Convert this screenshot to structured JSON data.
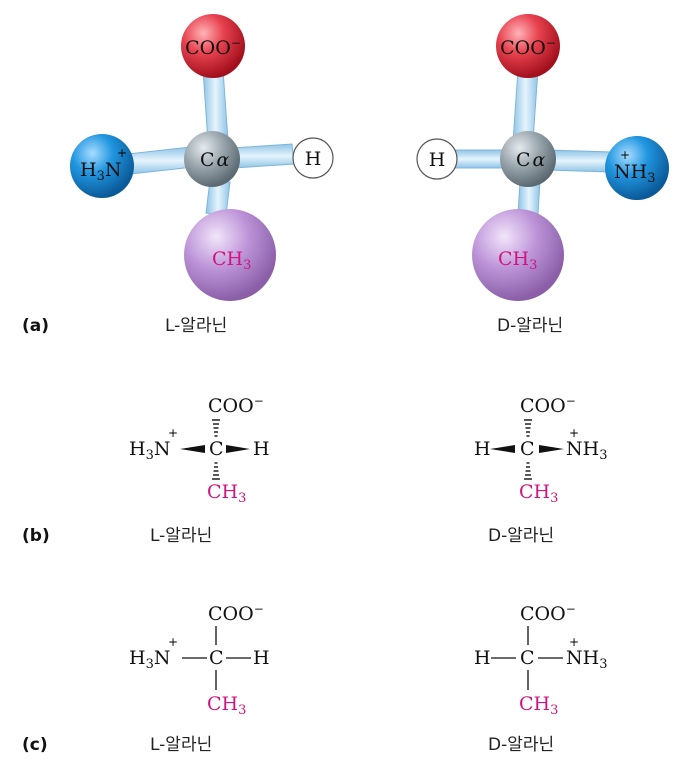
{
  "panels": [
    {
      "label": "(a)",
      "left_caption": "L-알라닌",
      "right_caption": "D-알라닌"
    },
    {
      "label": "(b)",
      "left_caption": "L-알라닌",
      "right_caption": "D-알라닌"
    },
    {
      "label": "(c)",
      "left_caption": "L-알라닌",
      "right_caption": "D-알라닌"
    }
  ],
  "atoms": {
    "carboxylate": "COO",
    "charge_minus": "−",
    "charge_plus": "+",
    "hydrogen": "H",
    "carbon": "C",
    "alpha_subscript": "α",
    "amino_left": "H",
    "amino_n": "N",
    "methyl": "CH",
    "subscript_3": "3",
    "nh": "NH"
  },
  "colors": {
    "carboxylate_ball": "#e03a47",
    "amino_ball": "#1f8fd6",
    "methyl_ball": "#b48ad0",
    "carbon_ball": "#8e9aa1",
    "hydrogen_ball": "#ffffff",
    "bond": "#b9dcf2",
    "methyl_text": "#d0157e"
  }
}
